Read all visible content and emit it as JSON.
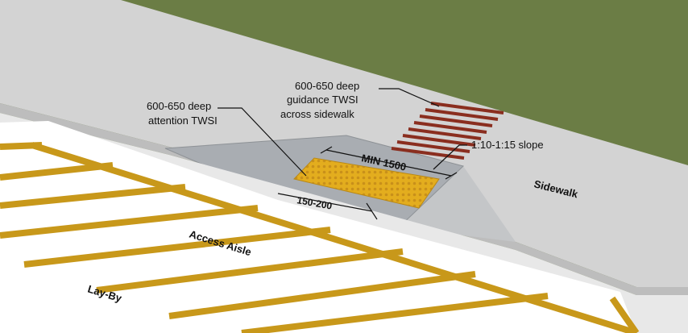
{
  "labels": {
    "guidance_line1": "600-650 deep",
    "guidance_line2": "guidance TWSI",
    "guidance_line3": "across sidewalk",
    "attention_line1": "600-650 deep",
    "attention_line2": "attention TWSI",
    "slope": "1:10-1:15 slope",
    "min_width": "MIN 1500",
    "setback": "150-200",
    "sidewalk": "Sidewalk",
    "access_aisle": "Access Aisle",
    "lay_by": "Lay-By"
  },
  "colors": {
    "grass": "#6b7d45",
    "sidewalk": "#d2d2d2",
    "ramp": "#a9adb2",
    "attention_twsi": "#e3ad1e",
    "guidance_twsi": "#8a2e1f",
    "pavement": "#ffffff",
    "aisle_stripe": "#c8981a"
  }
}
